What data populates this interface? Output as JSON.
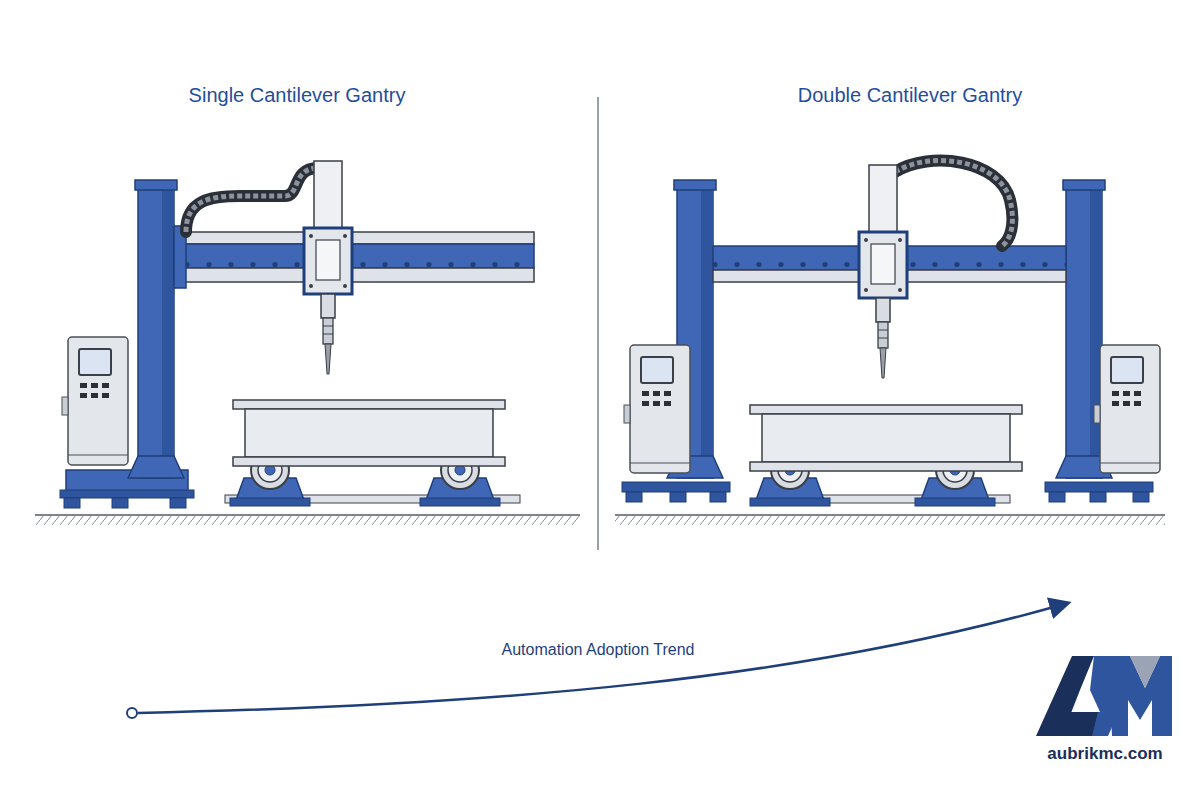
{
  "diagram": {
    "labels": [
      "Single Cantilever Gantry",
      "Double Cantilever Gantry",
      "Automation Adoption Trend",
      "aubrikmc.com"
    ]
  }
}
